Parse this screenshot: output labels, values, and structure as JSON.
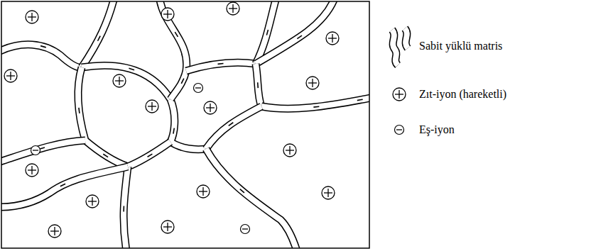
{
  "diagram": {
    "legend": [
      {
        "text": "Sabit yüklü matris"
      },
      {
        "text": "Zıt-iyon (hareketli)"
      },
      {
        "text": "Eş-iyon"
      }
    ]
  }
}
